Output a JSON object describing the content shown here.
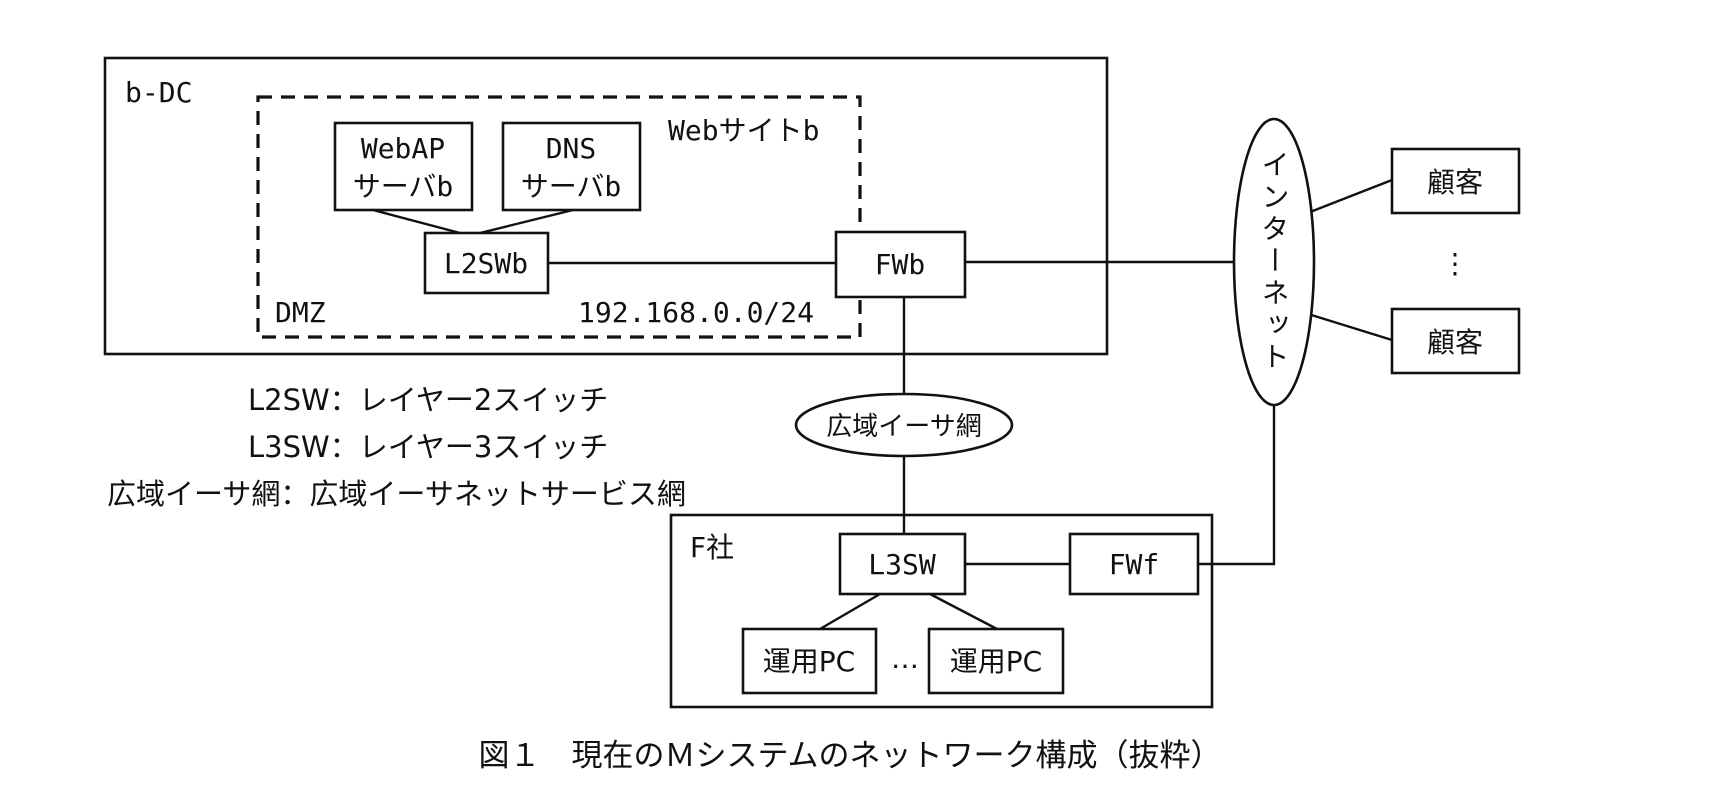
{
  "regions": {
    "bdc": "b-DC",
    "website": "Webサイトb",
    "dmz": "DMZ",
    "subnet": "192.168.0.0/24",
    "fsha": "F社"
  },
  "nodes": {
    "webap_l1": "WebAP",
    "webap_l2": "サーバb",
    "dns_l1": "DNS",
    "dns_l2": "サーバb",
    "l2swb": "L2SWb",
    "fwb": "FWb",
    "wan": "広域イーサ網",
    "internet": "インターネット",
    "customer_top": "顧客",
    "customer_bottom": "顧客",
    "customer_ellipsis": "⋮",
    "l3sw": "L3SW",
    "fwf": "FWf",
    "pc_left": "運用PC",
    "pc_right": "運用PC",
    "pc_ellipsis": "…"
  },
  "legend": [
    "L2SW：レイヤー2スイッチ",
    "L3SW：レイヤー3スイッチ",
    "広域イーサ網：広域イーサネットサービス網"
  ],
  "caption": "図１　現在のＭシステムのネットワーク構成（抜粋）"
}
